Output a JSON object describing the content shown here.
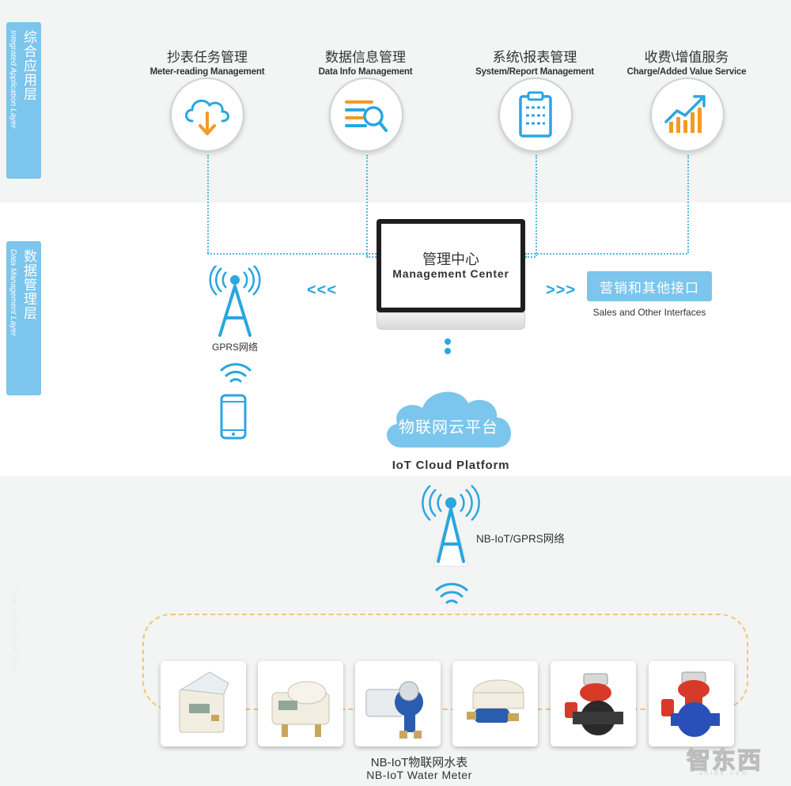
{
  "layers": {
    "application": {
      "cn": "综合应用层",
      "en": "Integrated Application Layer"
    },
    "data": {
      "cn": "数据管理层",
      "en": "Data Management Layer"
    },
    "device_ghost": "Data Management Layer"
  },
  "services": [
    {
      "cn": "抄表任务管理",
      "en": "Meter-reading Management",
      "icon": "cloud-download-icon"
    },
    {
      "cn": "数据信息管理",
      "en": "Data Info Management",
      "icon": "data-search-icon"
    },
    {
      "cn": "系统\\报表管理",
      "en": "System/Report Management",
      "icon": "clipboard-report-icon"
    },
    {
      "cn": "收费\\增值服务",
      "en": "Charge/Added Value Service",
      "icon": "growth-chart-icon"
    }
  ],
  "management_center": {
    "cn": "管理中心",
    "en": "Management Center"
  },
  "arrows": {
    "left": "<<<",
    "right": ">>>"
  },
  "sales": {
    "button": "营销和其他接口",
    "sub": "Sales and Other Interfaces"
  },
  "gprs": {
    "label": "GPRS网络"
  },
  "cloud": {
    "cn": "物联网云平台",
    "en": "IoT Cloud Platform"
  },
  "nb_network": {
    "label": "NB-IoT/GPRS网络"
  },
  "meters": {
    "cn": "NB-IoT物联网水表",
    "en": "NB-IoT Water Meter",
    "items": [
      "prepaid-meter-icon",
      "smart-meter-icon",
      "valve-meter-blue-icon",
      "valve-meter-white-icon",
      "flow-meter-black-icon",
      "flow-meter-blue-icon"
    ]
  },
  "watermark": {
    "text": "智东西",
    "sub": "zhidx.com"
  },
  "colors": {
    "accent": "#7cc5ec",
    "line": "#53b6e6",
    "icon_blue": "#2aa6e0",
    "icon_orange": "#f39a24",
    "loop": "#f3c474"
  }
}
